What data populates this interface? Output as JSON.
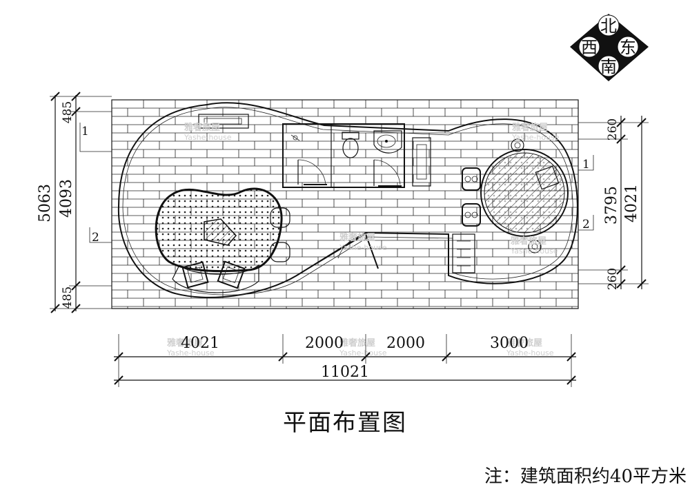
{
  "title": "平面布置图",
  "note": "注：建筑面积约40平方米",
  "compass": {
    "north": "北",
    "south": "南",
    "east": "东",
    "west": "西"
  },
  "dimensions": {
    "left_total": "5063",
    "left_top": "485",
    "left_middle": "4093",
    "left_bottom": "485",
    "right_total": "4021",
    "right_top": "260",
    "right_middle": "3795",
    "right_bottom": "260",
    "bottom_segments": [
      "4021",
      "2000",
      "2000",
      "3000"
    ],
    "bottom_total": "11021"
  },
  "section_marks": {
    "left_1": "1",
    "left_2": "2",
    "right_1": "1",
    "right_2": "2"
  },
  "watermark": {
    "cn": "雅奢旅屋",
    "en": "Yashe-house"
  }
}
